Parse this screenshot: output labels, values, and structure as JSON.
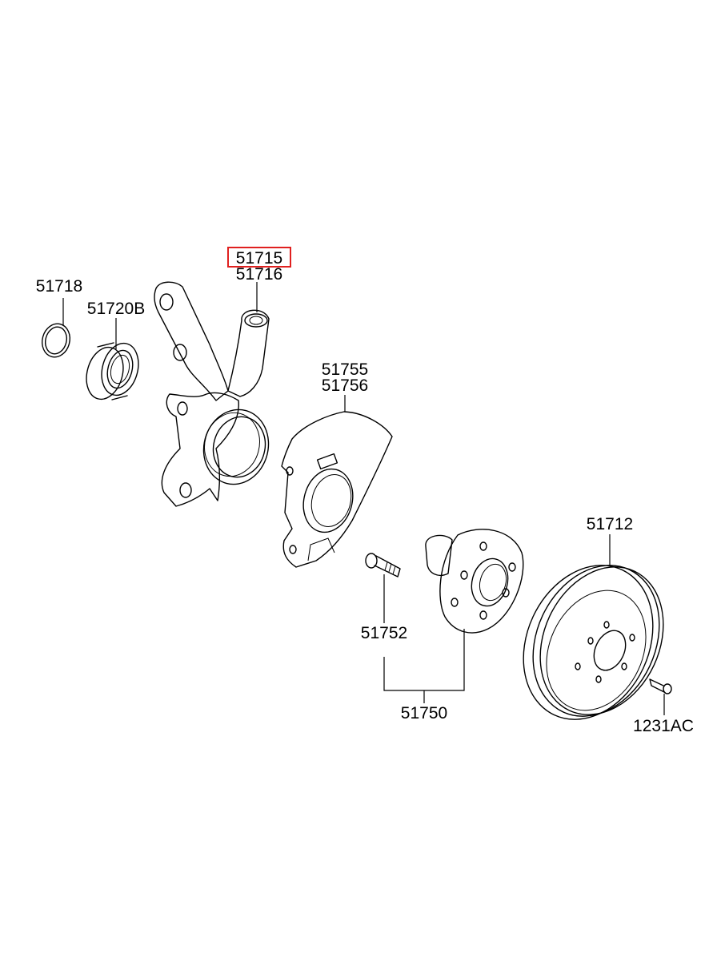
{
  "parts": {
    "knuckle_lh": "51715",
    "knuckle_rh": "51716",
    "snap_ring": "51718",
    "bearing": "51720B",
    "dust_cover_lh": "51755",
    "dust_cover_rh": "51756",
    "hub_bolt": "51752",
    "hub_assy": "51750",
    "disc": "51712",
    "screw": "1231AC"
  },
  "highlight": {
    "part": "51715",
    "color": "#e0201f"
  }
}
